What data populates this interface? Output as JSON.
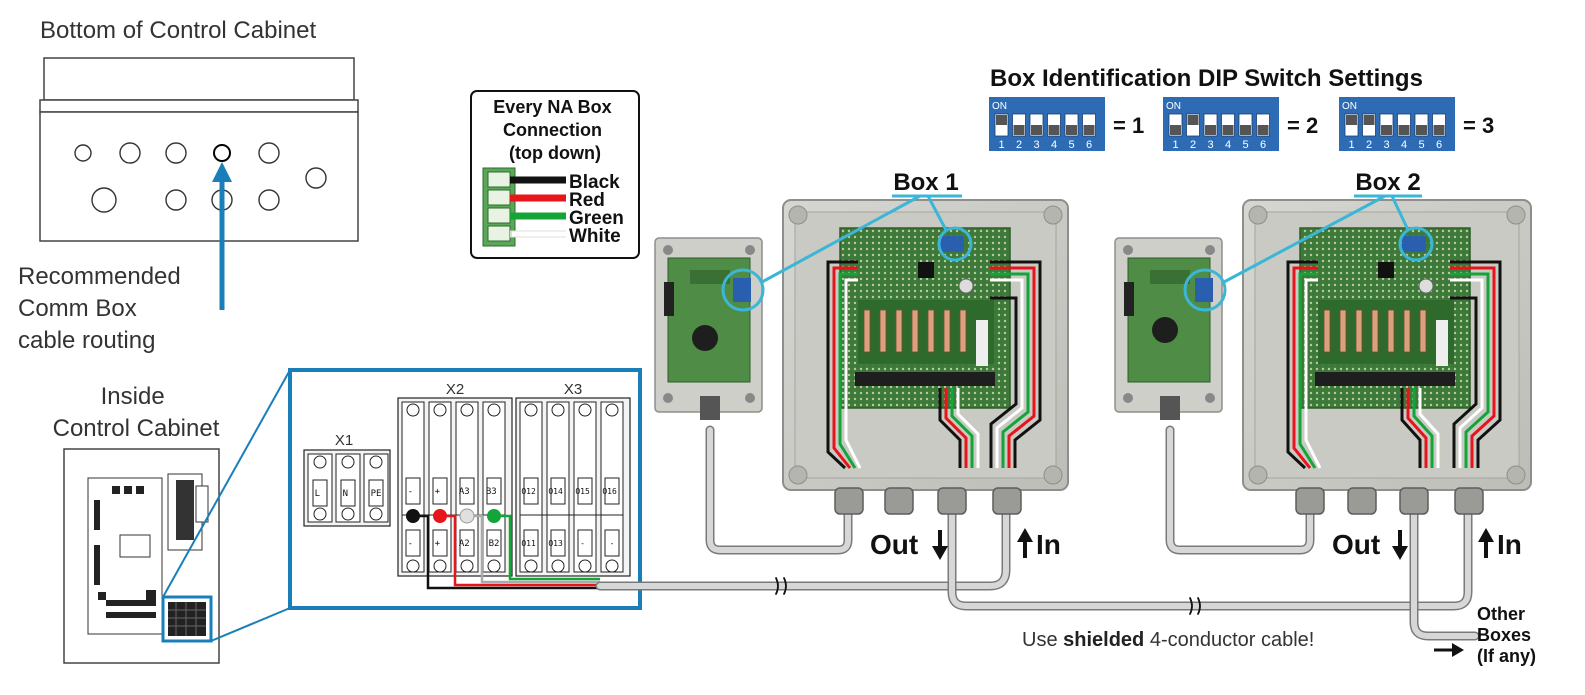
{
  "cabinet_bottom": {
    "title": "Bottom of Control Cabinet",
    "routing_note": [
      "Recommended",
      "Comm Box",
      "cable routing"
    ]
  },
  "cabinet_inside": {
    "title": [
      "Inside",
      "Control Cabinet"
    ]
  },
  "na_box_legend": {
    "title": [
      "Every NA Box",
      "Connection",
      "(top down)"
    ],
    "wires": [
      {
        "label": "Black",
        "color": "#111111"
      },
      {
        "label": "Red",
        "color": "#e8141b"
      },
      {
        "label": "Green",
        "color": "#13a538"
      },
      {
        "label": "White",
        "color": "#ffffff"
      }
    ]
  },
  "terminal_strip": {
    "x1": {
      "label": "X1",
      "terminals": [
        "L",
        "N",
        "PE"
      ]
    },
    "x2": {
      "label": "X2",
      "top": [
        "-",
        "+",
        "A3",
        "B3"
      ],
      "bottom": [
        "-",
        "+",
        "A2",
        "B2"
      ]
    },
    "x3": {
      "label": "X3",
      "top": [
        "O12",
        "O14",
        "O15",
        "O16"
      ],
      "bottom": [
        "O11",
        "O13",
        "-",
        "-"
      ]
    }
  },
  "dip_switches": {
    "title": "Box Identification DIP Switch Settings",
    "on_label": "ON",
    "numbers": [
      "1",
      "2",
      "3",
      "4",
      "5",
      "6"
    ],
    "settings": [
      {
        "value": "= 1",
        "on": [
          1
        ]
      },
      {
        "value": "= 2",
        "on": [
          2
        ]
      },
      {
        "value": "= 3",
        "on": [
          1,
          2
        ]
      }
    ]
  },
  "boxes": [
    {
      "label": "Box 1",
      "out": "Out",
      "in": "In"
    },
    {
      "label": "Box 2",
      "out": "Out",
      "in": "In"
    }
  ],
  "cable_note": {
    "prefix": "Use ",
    "bold": "shielded",
    "suffix": " 4-conductor cable!"
  },
  "other_boxes": [
    "Other",
    "Boxes",
    "(If any)"
  ]
}
